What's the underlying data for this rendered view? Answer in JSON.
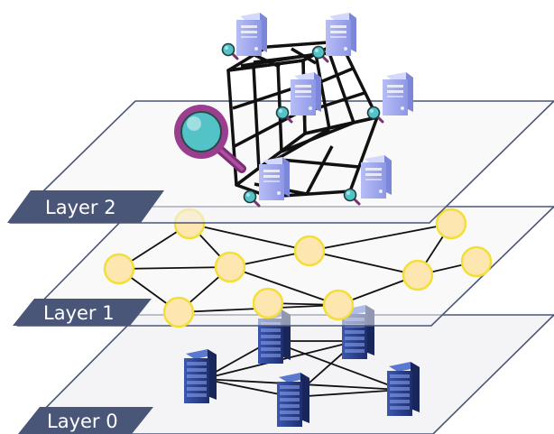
{
  "layers": [
    {
      "label": "Layer 2"
    },
    {
      "label": "Layer 1"
    },
    {
      "label": "Layer 0"
    }
  ],
  "colors": {
    "plane_fill": "#f4f4f6",
    "plane_stroke": "#4a5678",
    "label_fill": "#4a5678",
    "node_fill": "#fde6b0",
    "node_stroke": "#f2df3a",
    "edge": "#111111",
    "server_light": "#9aa4ee",
    "server_dark": "#2a3f8a",
    "magnifier_lens": "#54c3c8",
    "magnifier_ring": "#9a3f8f"
  },
  "icons": {
    "cube": "grid-cube-icon",
    "magnifier": "magnifying-glass-icon",
    "server": "server-icon"
  }
}
